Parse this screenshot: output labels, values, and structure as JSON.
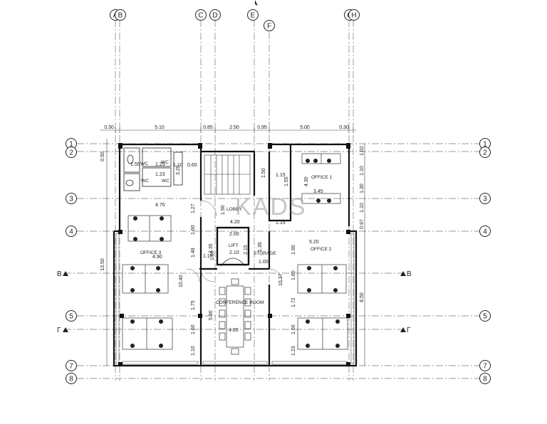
{
  "grid_axes": {
    "vertical_labels": [
      "A",
      "B",
      "C",
      "D",
      "E",
      "F",
      "G",
      "H"
    ],
    "horizontal_labels": [
      "1",
      "2",
      "3",
      "4",
      "5",
      "7",
      "8"
    ]
  },
  "section_markers": [
    "B",
    "B",
    "Γ",
    "Γ"
  ],
  "dimensions": {
    "top_row": [
      "0.30",
      "5.10",
      "0.85",
      "2.50",
      "0.95",
      "5.00",
      "0.30"
    ],
    "left_side": [
      "0.50",
      "13.50"
    ],
    "right_side": [
      "1.02",
      "1.10",
      "1.30",
      "1.10",
      "0.97",
      "8.50"
    ],
    "interior": [
      "1.55",
      "1.23",
      "1.23",
      "1.10",
      "0.60",
      "3.20",
      "4.70",
      "1.27",
      "1.60",
      "1.48",
      "4.90",
      "10.40",
      "1.75",
      "1.60",
      "1.10",
      "1.90",
      "2.00",
      "2.10",
      "2.35",
      "1.10",
      "1.60",
      "2.15",
      "1.35",
      "1.00",
      "5.80",
      "4.20",
      "1.15",
      "1.50",
      "1.55",
      "4.30",
      "3.45",
      "1.15",
      "1.90",
      "10.37",
      "1.60",
      "1.72",
      "1.60",
      "1.23",
      "5.20",
      "4.20"
    ]
  },
  "rooms": {
    "office1": "OFFICE 1",
    "office2": "OFFICE 2",
    "office3": "OFFICE 3",
    "lobby": "LOBBY",
    "lift": "LIFT",
    "storage": "STORAGE",
    "conference": "CONFERENCE ROOM",
    "wc": "WC"
  },
  "watermark": "KADS"
}
